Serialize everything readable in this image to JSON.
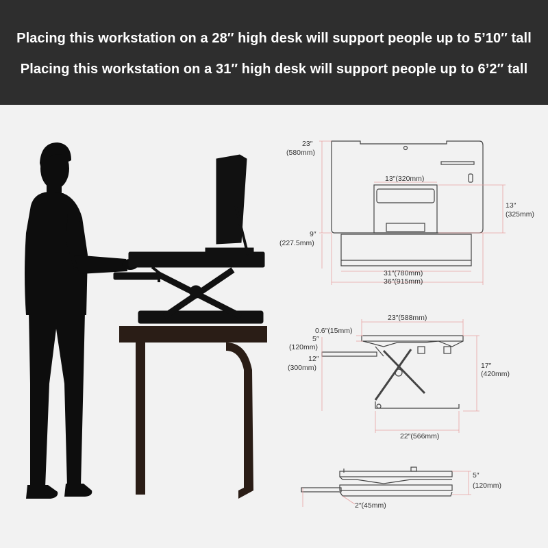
{
  "banner": {
    "line1": "Placing this workstation on a 28″ high desk will support people up to 5’10″ tall",
    "line2": "Placing this workstation on a 31″ high desk will support people up to 6’2″ tall"
  },
  "dims": {
    "top_depth_in": "23″",
    "top_depth_mm": "(580mm)",
    "top_keyboard_width": "13″(320mm)",
    "top_keyboard_depth_in": "13″",
    "top_keyboard_depth_mm": "(325mm)",
    "top_tray_depth_in": "9″",
    "top_tray_depth_mm": "(227.5mm)",
    "top_width_inner": "31″(780mm)",
    "top_width_outer": "36″(915mm)",
    "side_top_depth": "23″(588mm)",
    "side_thickness_in": "0.6″(15mm)",
    "side_tray_drop_in": "5″",
    "side_tray_drop_mm": "(120mm)",
    "side_tray_height_in": "12″",
    "side_tray_height_mm": "(300mm)",
    "side_max_height_in": "17″",
    "side_max_height_mm": "(420mm)",
    "side_base_depth": "22″(566mm)",
    "folded_height_in": "5″",
    "folded_height_mm": "(120mm)",
    "folded_tray_drop": "2″(45mm)"
  },
  "colors": {
    "banner_bg": "#2e2e2e",
    "page_bg": "#f2f2f2",
    "silhouette": "#0d0d0d",
    "desk": "#2a1d16",
    "dimension_line": "#e8a0a0",
    "drawing_line": "#444444"
  }
}
